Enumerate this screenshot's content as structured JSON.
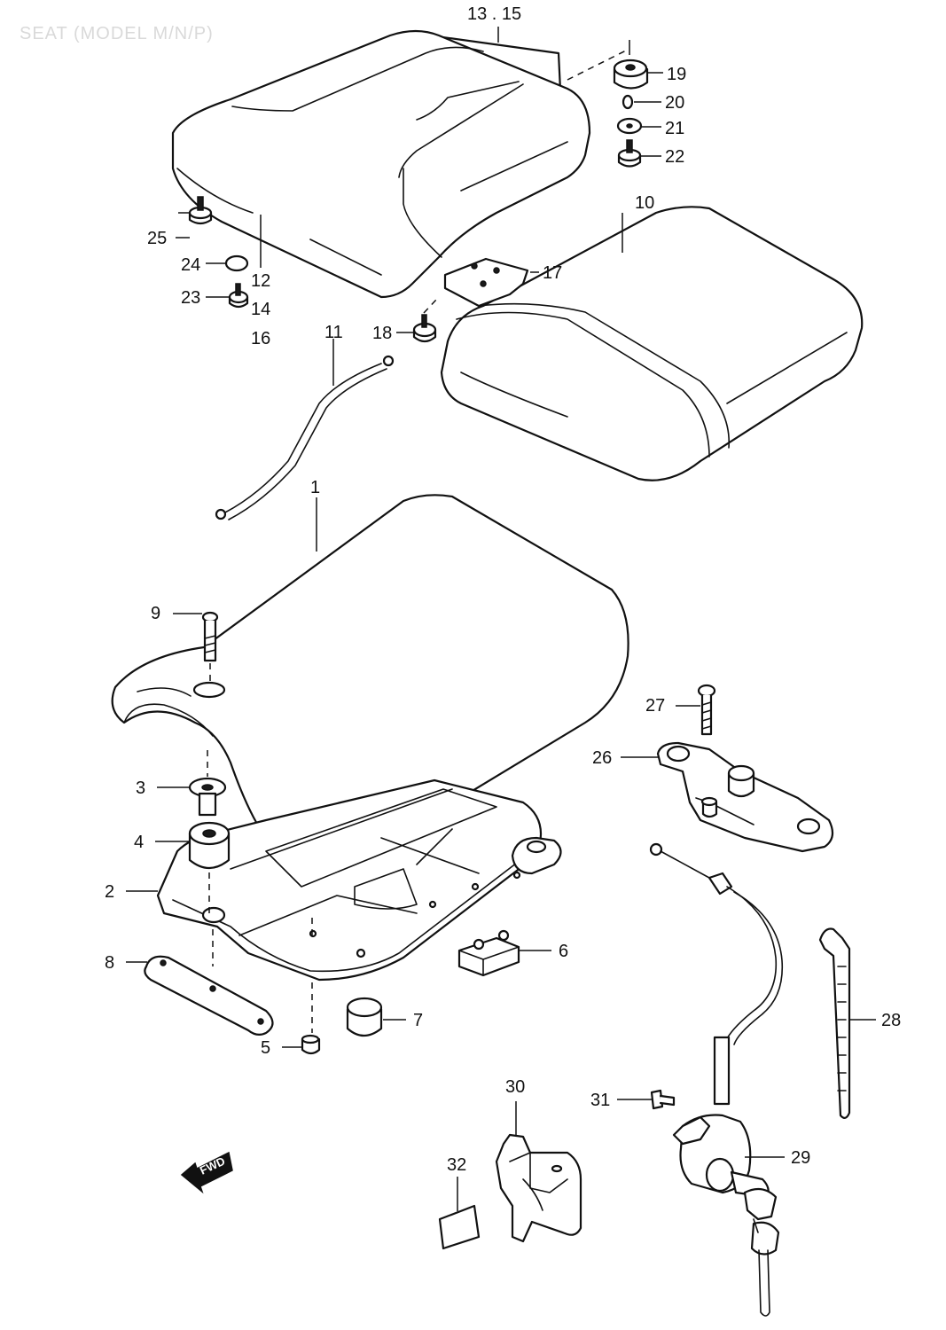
{
  "diagram": {
    "faint_header": "SEAT (MODEL M/N/P)",
    "fwd_label": "FWD",
    "callouts": {
      "c1": "1",
      "c2": "2",
      "c3": "3",
      "c4": "4",
      "c5": "5",
      "c6": "6",
      "c7": "7",
      "c8": "8",
      "c9": "9",
      "c10": "10",
      "c11": "11",
      "c12": "12",
      "c13_15": "13 . 15",
      "c14": "14",
      "c16": "16",
      "c17": "17",
      "c18": "18",
      "c19": "19",
      "c20": "20",
      "c21": "21",
      "c22": "22",
      "c23": "23",
      "c24": "24",
      "c25": "25",
      "c26": "26",
      "c27": "27",
      "c28": "28",
      "c29": "29",
      "c30": "30",
      "c31": "31",
      "c32": "32"
    }
  }
}
